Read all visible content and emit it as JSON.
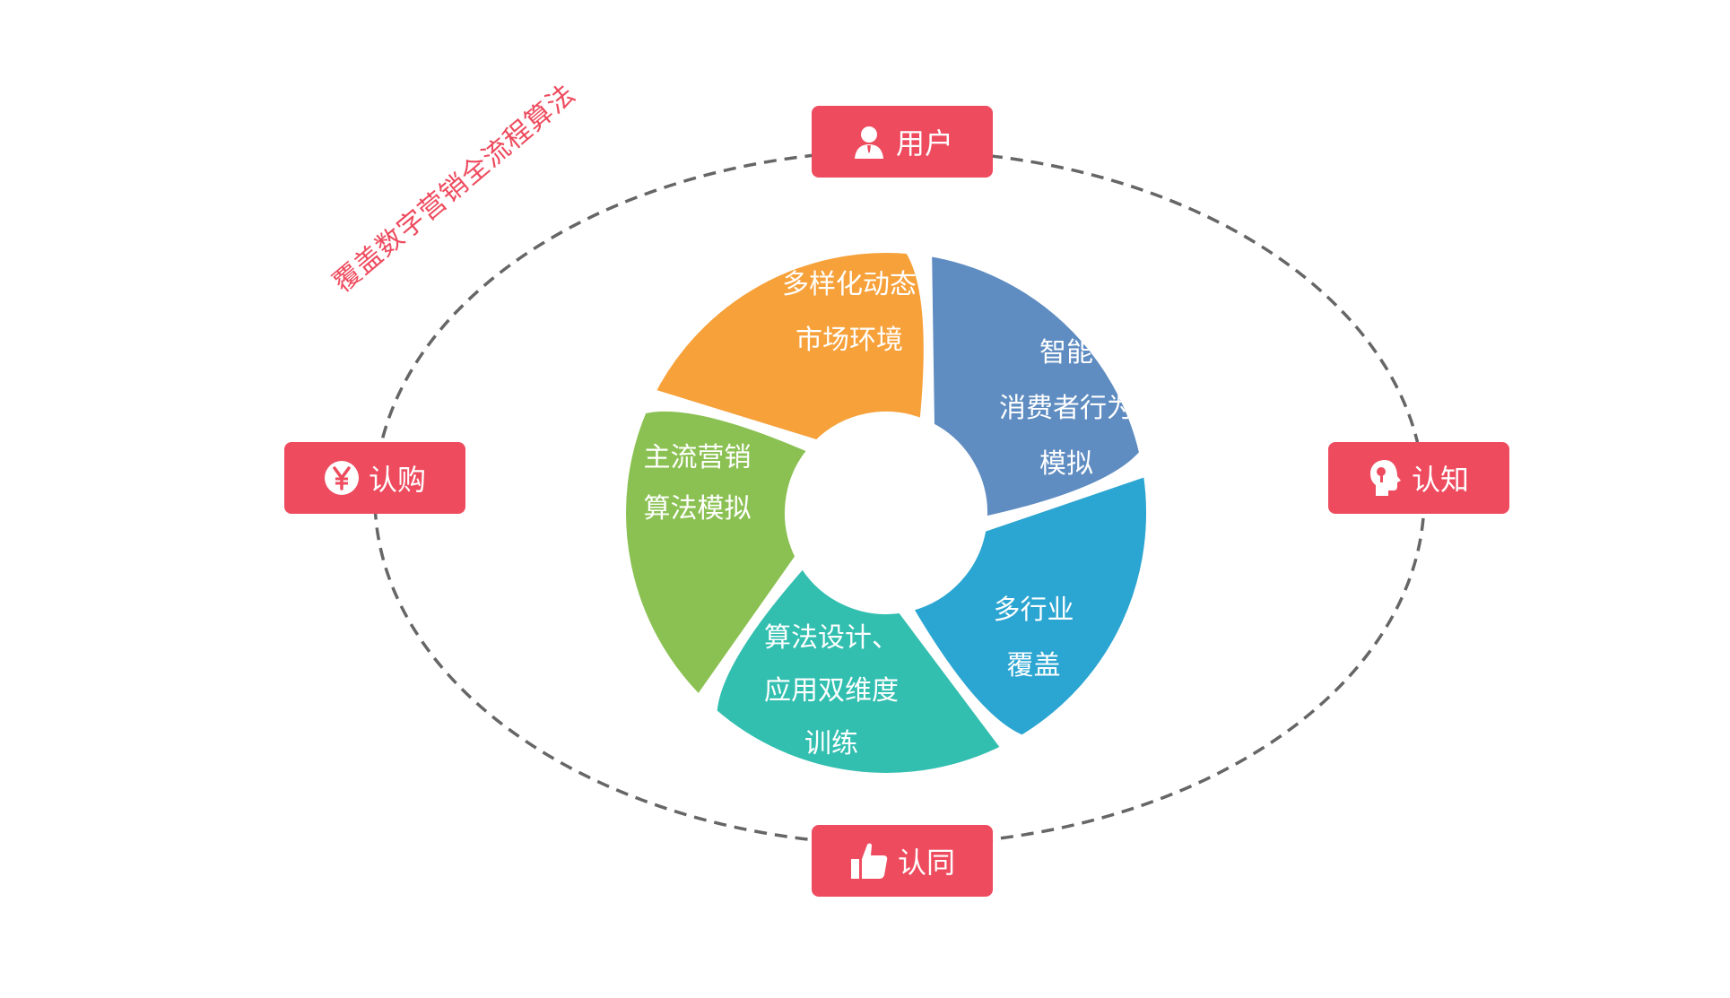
{
  "diagram": {
    "title": "覆盖数字营销全流程算法",
    "colors": {
      "accent": "#EE4B5E",
      "ring_line": "#666666",
      "seg_orange": "#F7A13A",
      "seg_blue": "#5F8CC1",
      "seg_skyblue": "#2BA5D1",
      "seg_teal": "#32BFB0",
      "seg_green": "#8BC153"
    },
    "nodes": {
      "top": {
        "label": "用户",
        "icon": "user-icon"
      },
      "right": {
        "label": "认知",
        "icon": "head-icon"
      },
      "bottom": {
        "label": "认同",
        "icon": "thumbs-up-icon"
      },
      "left": {
        "label": "认购",
        "icon": "yen-icon"
      }
    },
    "segments": {
      "orange": {
        "lines": [
          "多样化动态",
          "市场环境"
        ]
      },
      "blue": {
        "lines": [
          "智能",
          "消费者行为",
          "模拟"
        ]
      },
      "skyblue": {
        "lines": [
          "多行业",
          "覆盖"
        ]
      },
      "teal": {
        "lines": [
          "算法设计、",
          "应用双维度",
          "训练"
        ]
      },
      "green": {
        "lines": [
          "主流营销",
          "算法模拟"
        ]
      }
    }
  }
}
